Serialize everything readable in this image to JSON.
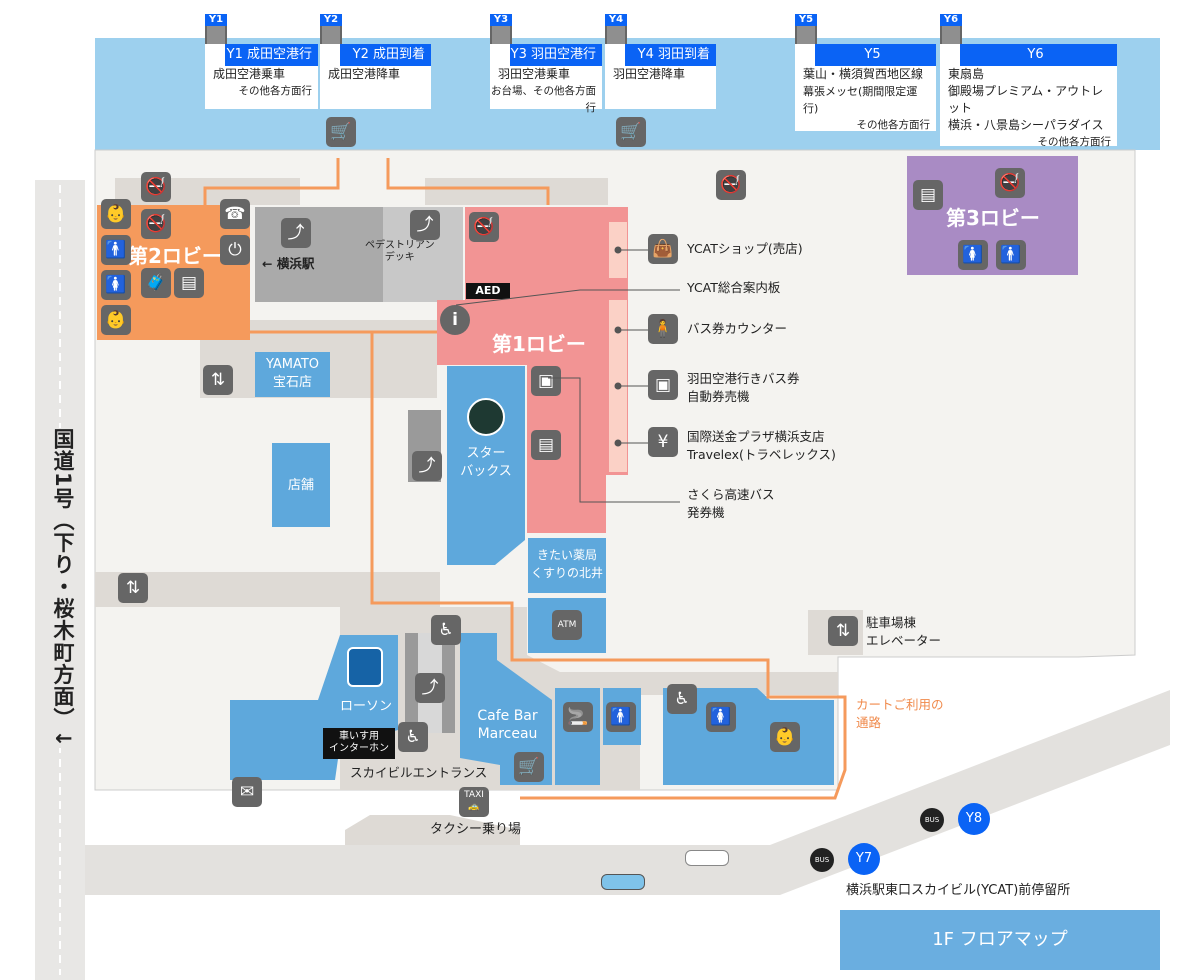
{
  "bus_bays": [
    {
      "id": "Y1",
      "header": "Y1 成田空港行",
      "lines": [
        "成田空港乗車"
      ],
      "sub": "その他各方面行"
    },
    {
      "id": "Y2",
      "header": "Y2 成田到着",
      "lines": [
        "成田空港降車"
      ],
      "sub": ""
    },
    {
      "id": "Y3",
      "header": "Y3 羽田空港行",
      "lines": [
        "羽田空港乗車"
      ],
      "sub": "お台場、その他各方面行"
    },
    {
      "id": "Y4",
      "header": "Y4 羽田到着",
      "lines": [
        "羽田空港降車"
      ],
      "sub": ""
    },
    {
      "id": "Y5",
      "header": "Y5",
      "lines": [
        "葉山・横須賀西地区線",
        "幕張メッセ(期間限定運行)"
      ],
      "sub": "その他各方面行"
    },
    {
      "id": "Y6",
      "header": "Y6",
      "lines": [
        "東扇島",
        "御殿場プレミアム・アウトレット",
        "横浜・八景島シーパラダイス"
      ],
      "sub": "その他各方面行"
    }
  ],
  "lobbies": {
    "lobby1": "第1ロビー",
    "lobby2": "第2ロビー",
    "lobby3": "第3ロビー"
  },
  "labels": {
    "yokohama_station": "← 横浜駅",
    "pedestrian_deck": "ペデストリアン\nデッキ",
    "aed": "AED",
    "yamato": "YAMATO\n宝石店",
    "shop": "店舗",
    "starbucks": "スター\nバックス",
    "kitai": "きたい薬局\nくすりの北井",
    "atm": "ATM",
    "lawson": "ローソン",
    "cafe": "Cafe Bar\nMarceau",
    "wheelchair_intercom": "車いす用\nインターホン",
    "skybuilding_entrance": "スカイビルエントランス",
    "taxi": "タクシー乗り場",
    "taxi_sign": "TAXI",
    "parking_elevator": "駐車場棟\nエレベーター",
    "cart_route": "カートご利用の\n通路",
    "bus_stop": "横浜駅東口スカイビル(YCAT)前停留所",
    "y7": "Y7",
    "y8": "Y8",
    "bus": "BUS",
    "road": "国道1号（下り・桜木町方面）↓",
    "floor_map": "1F フロアマップ"
  },
  "legend": [
    {
      "icon": "shop-icon",
      "text": "YCATショップ(売店)"
    },
    {
      "icon": "",
      "text": "YCAT総合案内板"
    },
    {
      "icon": "counter-icon",
      "text": "バス券カウンター"
    },
    {
      "icon": "ticket-machine-icon",
      "text": "羽田空港行きバス券\n自動券売機"
    },
    {
      "icon": "currency-exchange-icon",
      "text": "国際送金プラザ横浜支店\nTravelex(トラベレックス)"
    },
    {
      "icon": "",
      "text": "さくら高速バス\n発券機"
    }
  ],
  "colors": {
    "bus_header": "#0a63f5",
    "bay": "#9dd0ee",
    "lobby1": "#f29494",
    "lobby2": "#f59a5c",
    "lobby3": "#a98bc4",
    "store": "#5ea8dc",
    "route": "#f59a5c"
  }
}
